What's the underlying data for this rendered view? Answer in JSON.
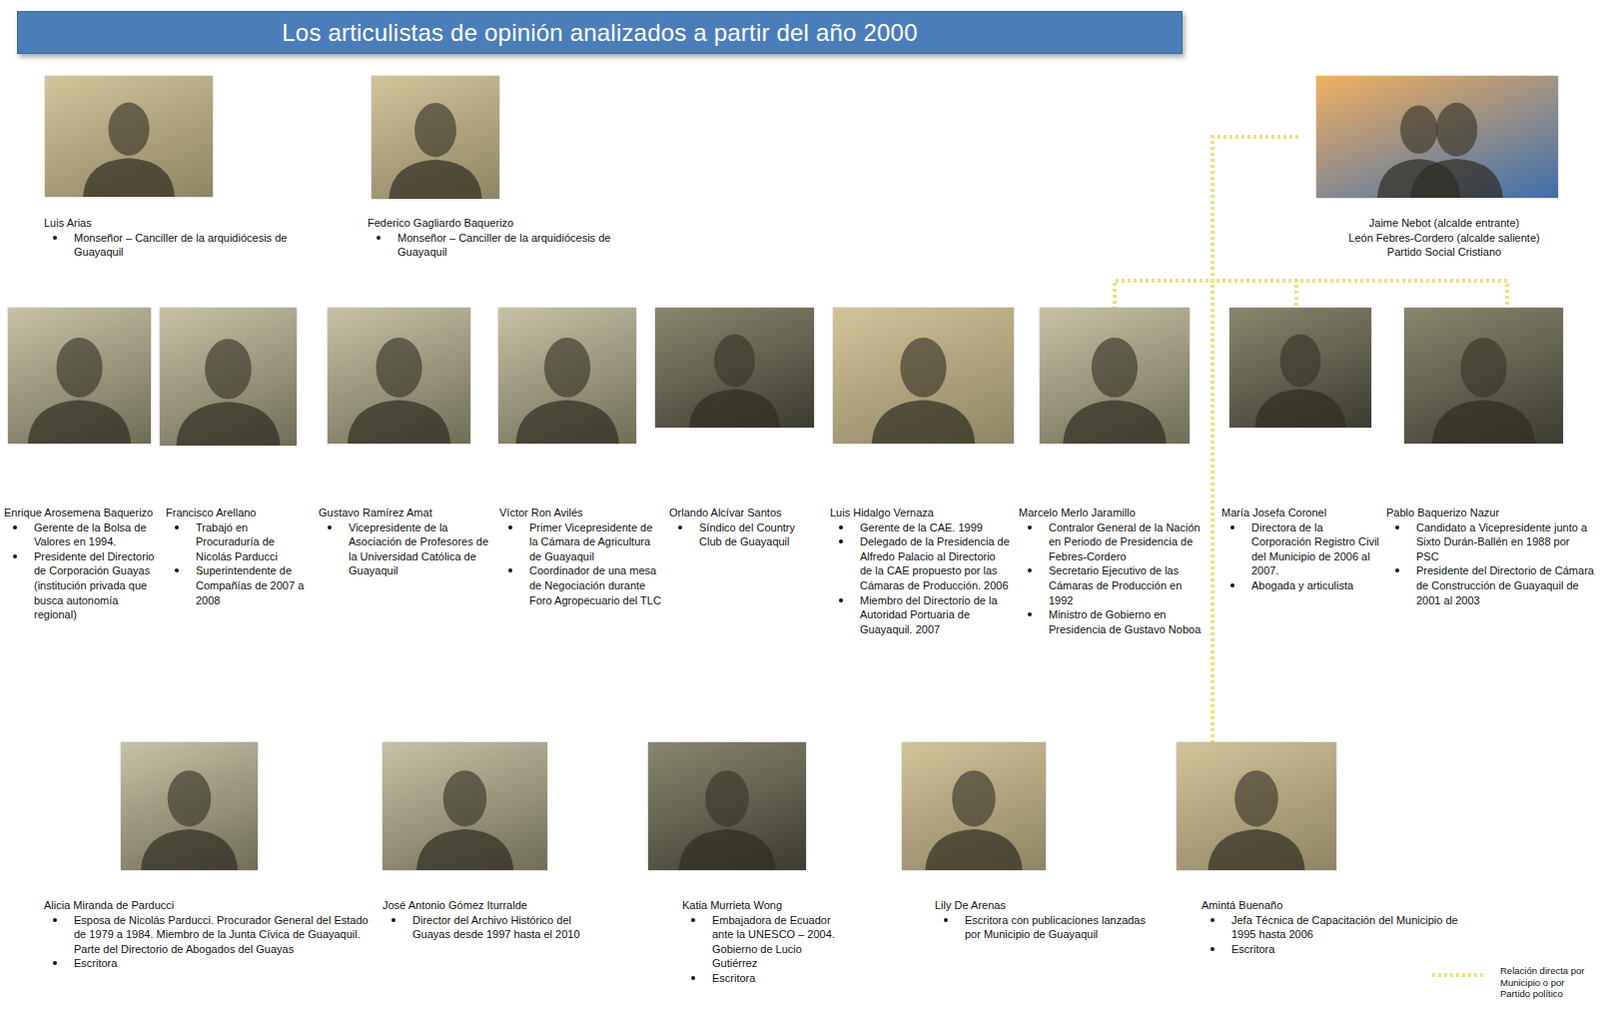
{
  "diagram": {
    "title": "Los articulistas de opinión analizados a partir del año 2000",
    "nodes": [
      {
        "text": [
          "Luis Arias",
          "Monseñor – Canciller de la arquidiócesis de Guayaquil"
        ]
      },
      {
        "text": [
          "Federico Gagliardo Baquerizo",
          "Monseñor – Canciller de la arquidiócesis de Guayaquil"
        ]
      },
      {
        "text": [
          "Jaime Nebot (alcalde entrante)",
          "León Febres-Cordero (alcalde saliente)",
          "Partido Social Cristiano"
        ]
      },
      {
        "text": [
          "Enrique Arosemena Baquerizo",
          "Gerente de la Bolsa de Valores en 1994.",
          "Presidente del Directorio de Corporación Guayas (institución privada que busca autonomía regional)"
        ]
      },
      {
        "text": [
          "Francisco Arellano",
          "Trabajó en Procuraduría de Nicolás Parducci",
          "Superintendente de Compañías de 2007 a 2008"
        ]
      },
      {
        "text": [
          "Gustavo Ramírez Amat",
          "Vicepresidente de la Asociación de Profesores de la Universidad Católica de Guayaquil"
        ]
      },
      {
        "text": [
          "Víctor Ron Avilés",
          "Primer Vicepresidente de la Cámara de Agricultura de Guayaquil",
          "Coordinador de una mesa de Negociación durante Foro Agropecuario del TLC"
        ]
      },
      {
        "text": [
          "Orlando Alcívar Santos",
          "Síndico del Country Club de Guayaquil"
        ]
      },
      {
        "text": [
          "Luis Hidalgo Vernaza",
          "Gerente de la CAE. 1999",
          "Delegado de la Presidencia de Alfredo Palacio al Directorio de la CAE propuesto por las Cámaras de Producción. 2006",
          "Miembro del Directorio de la Autoridad Portuaria de Guayaquil. 2007"
        ]
      },
      {
        "text": [
          "Marcelo Merlo Jaramillo",
          "Contralor General de la Nación en Periodo de Presidencia de Febres-Cordero",
          "Secretario Ejecutivo de las Cámaras de Producción en 1992",
          "Ministro de Gobierno en Presidencia de Gustavo Noboa"
        ]
      },
      {
        "text": [
          "María Josefa Coronel",
          "Directora de la Corporación Registro Civil del Municipio de 2006 al 2007.",
          "Abogada y articulista"
        ]
      },
      {
        "text": [
          "Pablo Baquerizo Nazur",
          "Candidato a Vicepresidente junto a Sixto Durán-Ballén en 1988 por PSC",
          "Presidente del Directorio de Cámara de Construcción de Guayaquil de 2001 al 2003"
        ]
      },
      {
        "text": [
          "Alicia Miranda de Parducci",
          "Esposa de Nicolás Parducci. Procurador General del Estado de 1979 a 1984. Miembro de la Junta Cívica de Guayaquil. Parte del Directorio de Abogados del Guayas",
          "Escritora"
        ]
      },
      {
        "text": [
          "José Antonio Gómez Iturralde",
          "Director del Archivo Histórico del Guayas desde 1997 hasta el 2010"
        ]
      },
      {
        "text": [
          "Katia Murrieta Wong",
          "Embajadora de Ecuador ante la UNESCO – 2004. Gobierno de Lucio Gutiérrez",
          "Escritora"
        ]
      },
      {
        "text": [
          "Lily De Arenas",
          "Escritora con publicaciones lanzadas por Municipio de Guayaquil"
        ]
      },
      {
        "text": [
          "Amintá Buenaño",
          "Jefa Técnica de Capacitación del Municipio de 1995 hasta 2006",
          "Escritora"
        ]
      }
    ],
    "edges": [
      {
        "from": 2,
        "to": 9,
        "arrow": "none"
      },
      {
        "from": 2,
        "to": 10,
        "arrow": "none"
      },
      {
        "from": 2,
        "to": 11,
        "arrow": "none"
      },
      {
        "from": 2,
        "to": 16,
        "arrow": "none"
      }
    ],
    "legend": [
      {
        "text": "Relación directa por Municipio o por Partido político"
      }
    ]
  }
}
